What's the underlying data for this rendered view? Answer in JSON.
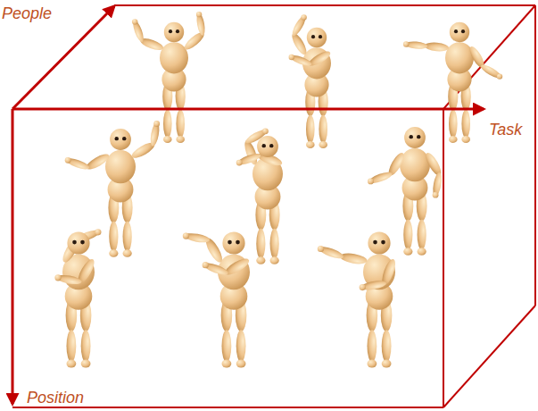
{
  "diagram": {
    "labels": [
      "People",
      "Task",
      "Position"
    ]
  }
}
